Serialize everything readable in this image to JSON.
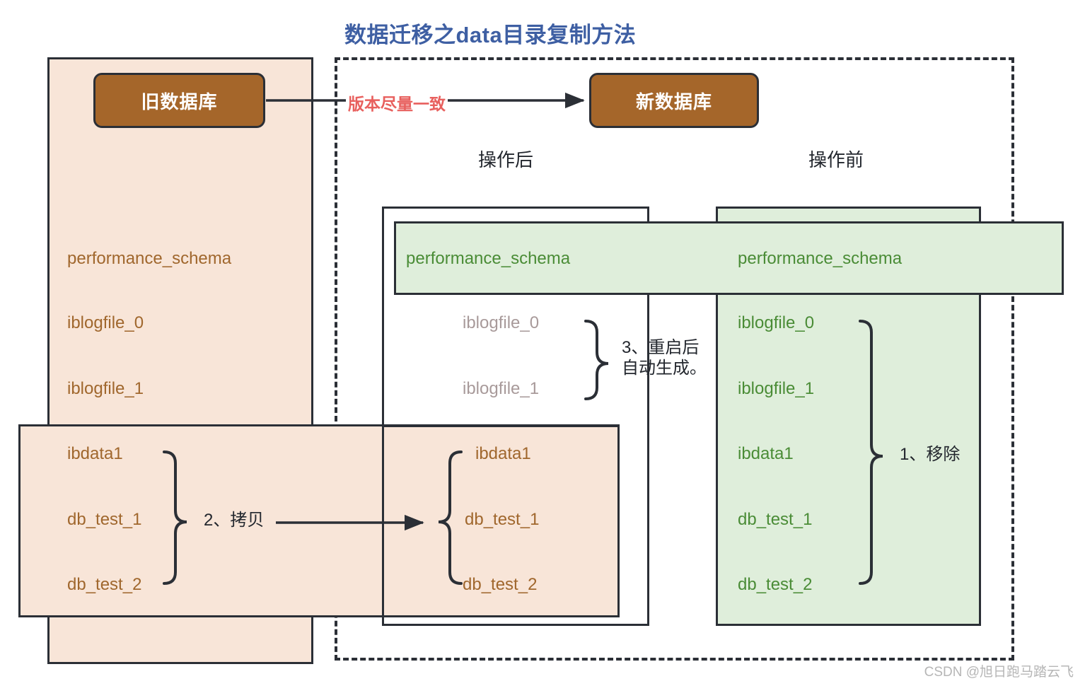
{
  "title": "数据迁移之data目录复制方法",
  "colors": {
    "title": "#3e5fa3",
    "db_box": "#a5662a",
    "peach": "#f8e5d8",
    "green": "#dfeedb",
    "brown_text": "#a0672d",
    "green_text": "#4a8c36",
    "muted_text": "#a89a9a",
    "red_note": "#e8605e",
    "stroke": "#2b2f36"
  },
  "databases": {
    "old_label": "旧数据库",
    "new_label": "新数据库",
    "arrow_note": "版本尽量一致"
  },
  "column_headings": {
    "after": "操作后",
    "before": "操作前"
  },
  "left_column": {
    "items": [
      "performance_schema",
      "iblogfile_0",
      "iblogfile_1",
      "ibdata1",
      "db_test_1",
      "db_test_2"
    ],
    "step_label": "2、拷贝"
  },
  "middle_column": {
    "schema_item": "performance_schema",
    "auto_items": [
      "iblogfile_0",
      "iblogfile_1"
    ],
    "copied_items": [
      "ibdata1",
      "db_test_1",
      "db_test_2"
    ],
    "step_label_line1": "3、重启后",
    "step_label_line2": "自动生成。"
  },
  "right_column": {
    "schema_item": "performance_schema",
    "items": [
      "iblogfile_0",
      "iblogfile_1",
      "ibdata1",
      "db_test_1",
      "db_test_2"
    ],
    "step_label": "1、移除"
  },
  "watermark": "CSDN @旭日跑马踏云飞"
}
